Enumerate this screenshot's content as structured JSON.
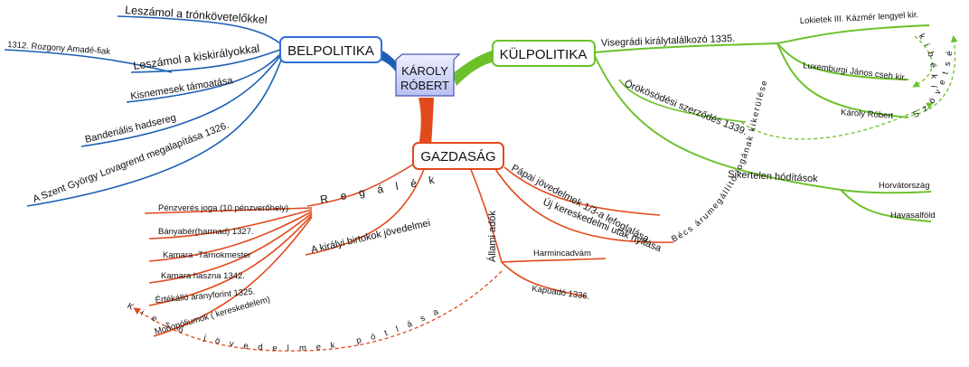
{
  "center": {
    "line1": "KÁROLY",
    "line2": "RÓBERT"
  },
  "colors": {
    "politics": "#1a5fb4",
    "foreign": "#6cc12b",
    "economy": "#e2491c",
    "hub_border": "#2f6fd6"
  },
  "belpolitika": {
    "title": "BELPOLITIKA",
    "items": [
      "Leszámol a trónkövetelőkkel",
      "Leszámol a kiskirályokkal",
      "1312. Rozgony Amadé-fiak",
      "Kisnemesek támoatása",
      "Banderiális hadsereg",
      "A Szent György Lovagrend megalapítása 1326."
    ]
  },
  "kulpolitika": {
    "title": "KÜLPOLITIKA",
    "visegrad": "Visegrádi királytalálkozó 1335.",
    "kings": [
      "Lokietek III. Kázmér lengyel kir.",
      "Luxemburgi János cseh kir.",
      "Károly Róbert"
    ],
    "kibekites": "kibékítés",
    "szovetseg": "Szövetség",
    "orokosodesi": "Örökösödési szerződés 1339.",
    "becs": "Bécs árumegállító jogának kikerülése",
    "sikertelen": "Sikertelen hódítások",
    "targets": [
      "Horvátország",
      "Havasalföld"
    ]
  },
  "gazdasag": {
    "title": "GAZDASÁG",
    "regale": "Regálék",
    "regale_items": [
      "Pénzverés joga (10 pénzverőhely)",
      "Bányabér(harmad) 1327.",
      "Kamara -Tárnokmester",
      "Kamara haszna 1342.",
      "Értékálló aranyforint 1325.",
      "Monopóliumok ( kereskedelem)"
    ],
    "kiralyi_birtokok": "A királyi birtokok jövedelmei",
    "allami_adok": "Állami adók",
    "adok_items": [
      "Harmincadvám",
      "Kapuadó 1336."
    ],
    "papai": "Pápai jövedelmek 1/3-a lefoglalása",
    "uj_kereskedelmi": "Új kereskedelmi utak nyitása",
    "kieso": "Kieső jövedelmek pótlása"
  }
}
